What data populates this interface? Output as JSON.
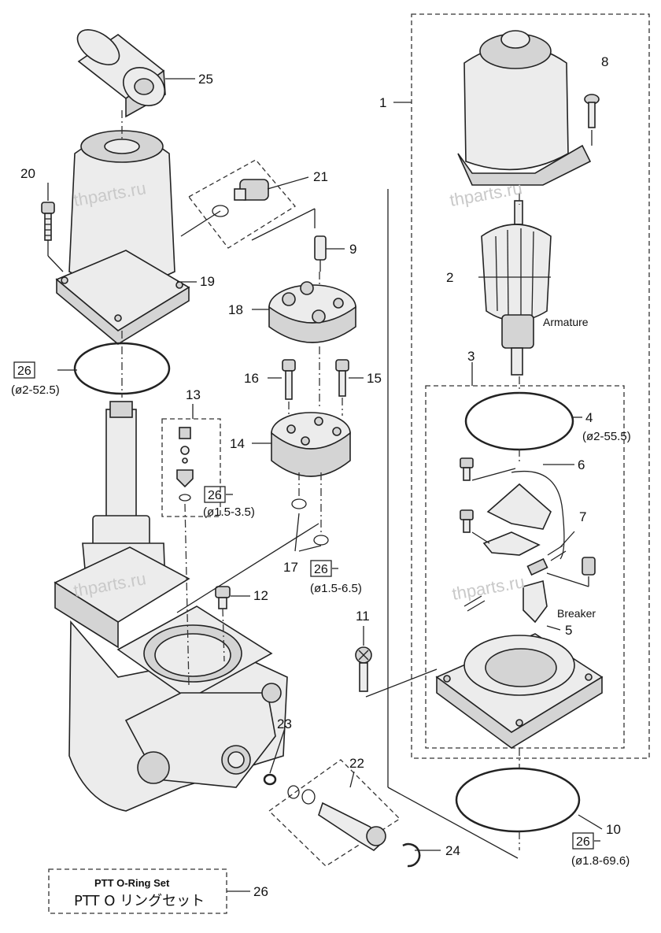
{
  "watermark": "thparts.ru",
  "callouts": {
    "c1": "1",
    "c2": "2",
    "c3": "3",
    "c4": "4",
    "c5": "5",
    "c6": "6",
    "c7": "7",
    "c8": "8",
    "c9": "9",
    "c10": "10",
    "c11": "11",
    "c12": "12",
    "c13": "13",
    "c14": "14",
    "c15": "15",
    "c16": "16",
    "c17": "17",
    "c18": "18",
    "c19": "19",
    "c20": "20",
    "c21": "21",
    "c22": "22",
    "c23": "23",
    "c24": "24",
    "c25": "25",
    "c26": "26"
  },
  "kit_ref": "26",
  "specs": {
    "s_left": "(ø2-52.5)",
    "s_13": "(ø1.5-3.5)",
    "s_17": "(ø1.5-6.5)",
    "s_4": "(ø2-55.5)",
    "s_10": "(ø1.8-69.6)"
  },
  "labels": {
    "armature": "Armature",
    "breaker": "Breaker"
  },
  "legend": {
    "title": "PTT O-Ring Set",
    "subtitle": "PTT O リングセット",
    "number": "26"
  }
}
